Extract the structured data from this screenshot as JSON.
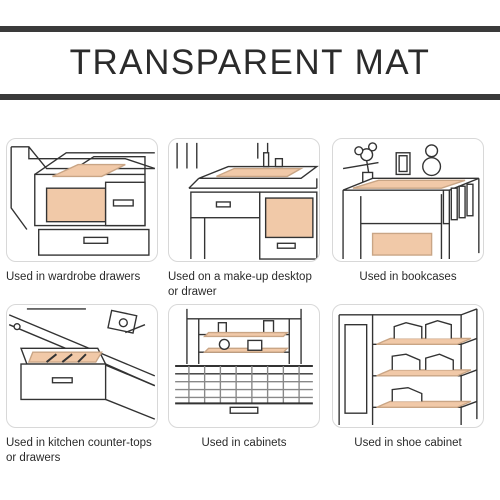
{
  "title": "TRANSPARENT MAT",
  "colors": {
    "bar": "#3a3a3a",
    "mat": "#f1c9a8",
    "line": "#333333"
  },
  "items": [
    {
      "caption": "Used in wardrobe drawers",
      "icon": "wardrobe-drawer-icon"
    },
    {
      "caption": "Used on a make-up desktop or drawer",
      "icon": "makeup-desk-icon"
    },
    {
      "caption": "Used in bookcases",
      "icon": "bookcase-icon"
    },
    {
      "caption": "Used in kitchen counter-tops or drawers",
      "icon": "kitchen-drawer-icon"
    },
    {
      "caption": "Used in cabinets",
      "icon": "cabinet-icon"
    },
    {
      "caption": "Used in shoe cabinet",
      "icon": "shoe-cabinet-icon"
    }
  ]
}
